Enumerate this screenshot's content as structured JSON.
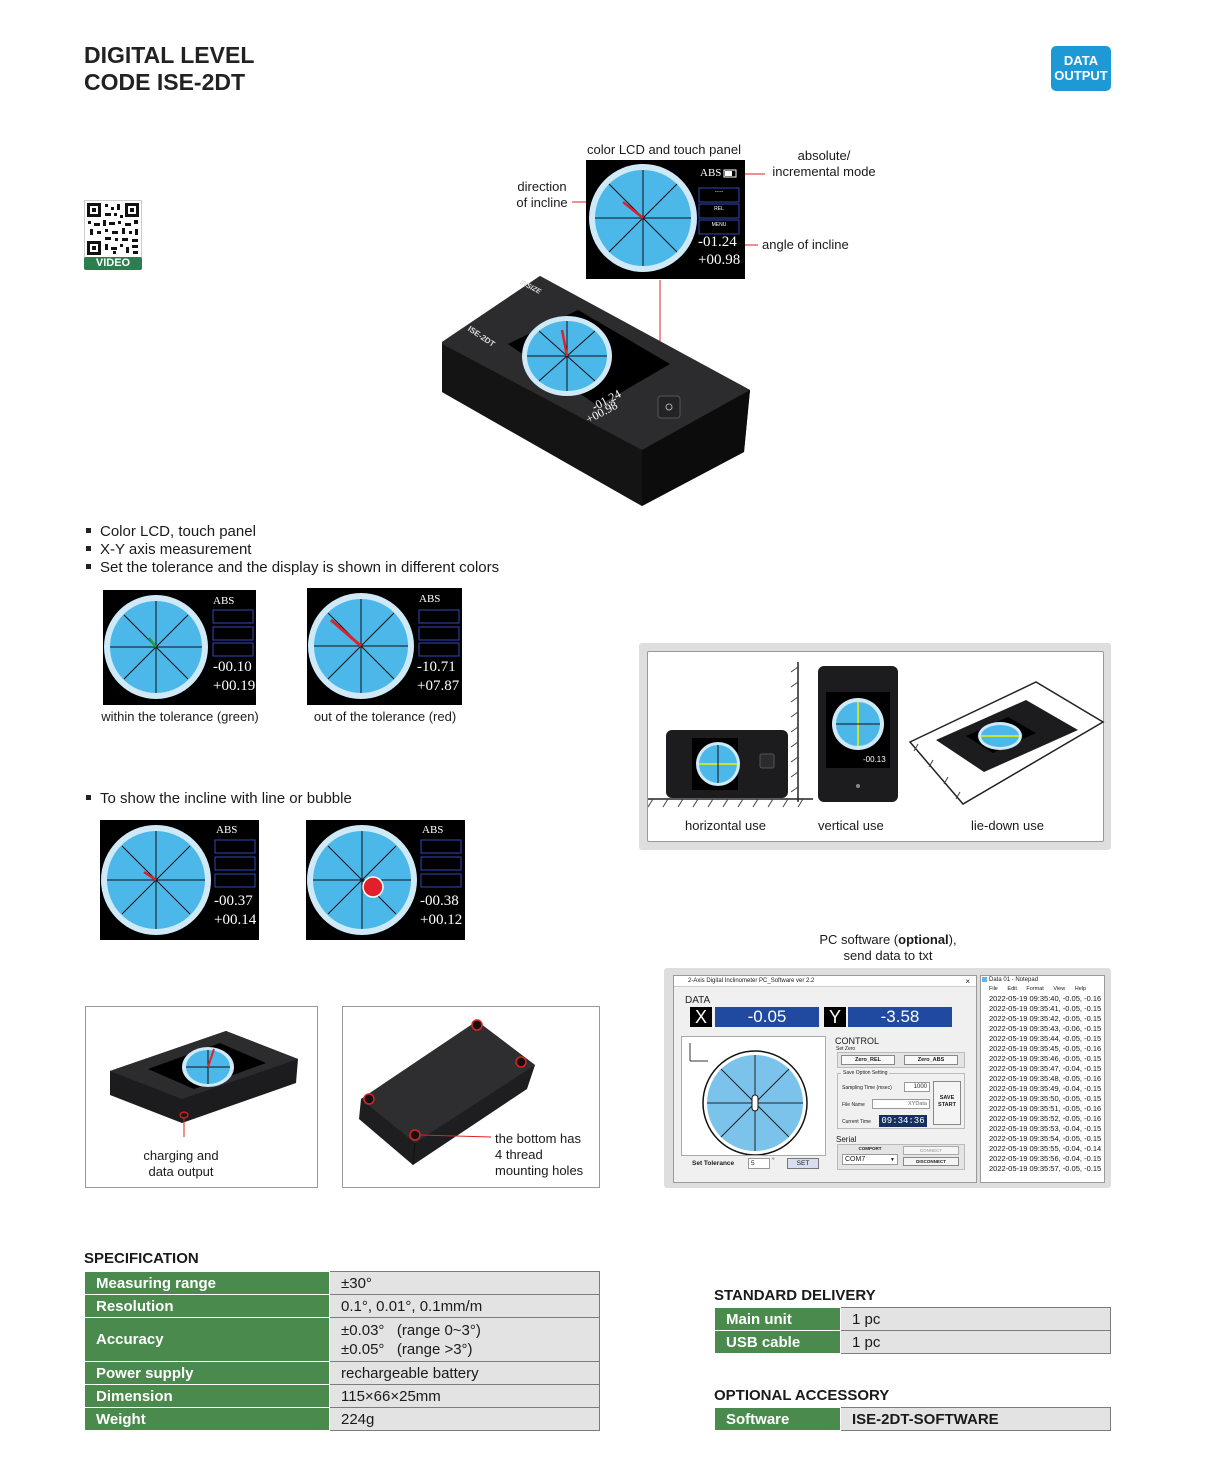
{
  "header": {
    "title_line1": "DIGITAL LEVEL",
    "title_line2": "CODE ISE-2DT",
    "badge_line1": "DATA",
    "badge_line2": "OUTPUT"
  },
  "qr": {
    "label": "VIDEO"
  },
  "callouts": {
    "lcd_touch": "color LCD and touch panel",
    "direction_line1": "direction",
    "direction_line2": "of incline",
    "abs_line1": "absolute/",
    "abs_line2": "incremental mode",
    "angle": "angle of incline"
  },
  "lcd_main": {
    "mode": "ABS",
    "btn1": "-----",
    "btn2": "REL",
    "btn3": "MENU",
    "x": "-01.24",
    "y": "+00.98"
  },
  "device": {
    "model": "ISE-2DT",
    "brand": "INSIZE"
  },
  "features": [
    "Color LCD, touch panel",
    "X-Y axis measurement",
    "Set the tolerance and the display is shown in different colors"
  ],
  "tolerance_screens": [
    {
      "caption": "within the tolerance (green)",
      "mode": "ABS",
      "x": "-00.10",
      "y": "+00.19"
    },
    {
      "caption": "out of the tolerance (red)",
      "mode": "ABS",
      "x": "-10.71",
      "y": "+07.87"
    }
  ],
  "incline_feature": "To show the incline with line or bubble",
  "incline_screens": [
    {
      "mode": "ABS",
      "x": "-00.37",
      "y": "+00.14"
    },
    {
      "mode": "ABS",
      "x": "-00.38",
      "y": "+00.12"
    }
  ],
  "usage": {
    "horizontal": "horizontal use",
    "vertical": "vertical use",
    "liedown": "lie-down use",
    "vertical_reading": "-00.13"
  },
  "photos": {
    "charging_line1": "charging and",
    "charging_line2": "data output",
    "bottom_line1": "the bottom has",
    "bottom_line2": "4 thread",
    "bottom_line3": "mounting holes"
  },
  "software": {
    "caption_pre": "PC software (",
    "caption_bold": "optional",
    "caption_post": "),",
    "caption_line2": "send data to txt",
    "window_title": "2-Axis Digital Inclinometer PC_Software ver 2.2",
    "data_label": "DATA",
    "x_label": "X",
    "x_value": "-0.05",
    "y_label": "Y",
    "y_value": "-3.58",
    "control_label": "CONTROL",
    "set_zero": "Set Zero",
    "zero_rel": "Zero_REL",
    "zero_abs": "Zero_ABS",
    "save_option": "Save Option Setting",
    "sampling_label": "Sampling Time (msec)",
    "sampling_value": "1000",
    "file_label": "File Name",
    "file_value": "XYData",
    "time_label": "Current Time",
    "time_value": "09:34:36",
    "save_start_1": "SAVE",
    "save_start_2": "START",
    "serial_label": "Serial",
    "comport_label": "COMPORT",
    "comport_value": "COM7",
    "connect": "CONNECT",
    "disconnect": "DISCONNECT",
    "set_tol_label": "Set Tolerance",
    "set_tol_value": "5",
    "set_tol_unit": "°",
    "set_btn": "SET",
    "notepad_title": "Data 01 - Notepad",
    "notepad_menu": [
      "File",
      "Edit",
      "Format",
      "View",
      "Help"
    ],
    "notepad_lines": [
      "2022-05-19 09:35:40, -0.05, -0.16",
      "2022-05-19 09:35:41, -0.05, -0.15",
      "2022-05-19 09:35:42, -0.05, -0.15",
      "2022-05-19 09:35:43, -0.06, -0.15",
      "2022-05-19 09:35:44, -0.05, -0.15",
      "2022-05-19 09:35:45, -0.05, -0.16",
      "2022-05-19 09:35:46, -0.05, -0.15",
      "2022-05-19 09:35:47, -0.04, -0.15",
      "2022-05-19 09:35:48, -0.05, -0.16",
      "2022-05-19 09:35:49, -0.04, -0.15",
      "2022-05-19 09:35:50, -0.05, -0.15",
      "2022-05-19 09:35:51, -0.05, -0.16",
      "2022-05-19 09:35:52, -0.05, -0.16",
      "2022-05-19 09:35:53, -0.04, -0.15",
      "2022-05-19 09:35:54, -0.05, -0.15",
      "2022-05-19 09:35:55, -0.04, -0.14",
      "2022-05-19 09:35:56, -0.04, -0.15",
      "2022-05-19 09:35:57, -0.05, -0.15"
    ]
  },
  "specification": {
    "title": "SPECIFICATION",
    "rows": [
      {
        "key": "Measuring range",
        "value": "±30°"
      },
      {
        "key": "Resolution",
        "value": "0.1°, 0.01°, 0.1mm/m"
      },
      {
        "key": "Accuracy",
        "value": "±0.03°   (range 0~3°)",
        "value2": "±0.05°   (range >3°)"
      },
      {
        "key": "Power supply",
        "value": "rechargeable battery"
      },
      {
        "key": "Dimension",
        "value": "115×66×25mm"
      },
      {
        "key": "Weight",
        "value": "224g"
      }
    ]
  },
  "standard_delivery": {
    "title": "STANDARD DELIVERY",
    "rows": [
      {
        "key": "Main unit",
        "value": "1 pc"
      },
      {
        "key": "USB cable",
        "value": "1 pc"
      }
    ]
  },
  "optional_accessory": {
    "title": "OPTIONAL ACCESSORY",
    "rows": [
      {
        "key": "Software",
        "value": "ISE-2DT-SOFTWARE"
      }
    ]
  },
  "colors": {
    "badge": "#1d9ad6",
    "table_key": "#4a8a4c",
    "lcd_blue": "#4cb8ea",
    "lcd_ring": "#cfe9f7",
    "needle_green": "#1aa336",
    "needle_red": "#e0202a"
  }
}
